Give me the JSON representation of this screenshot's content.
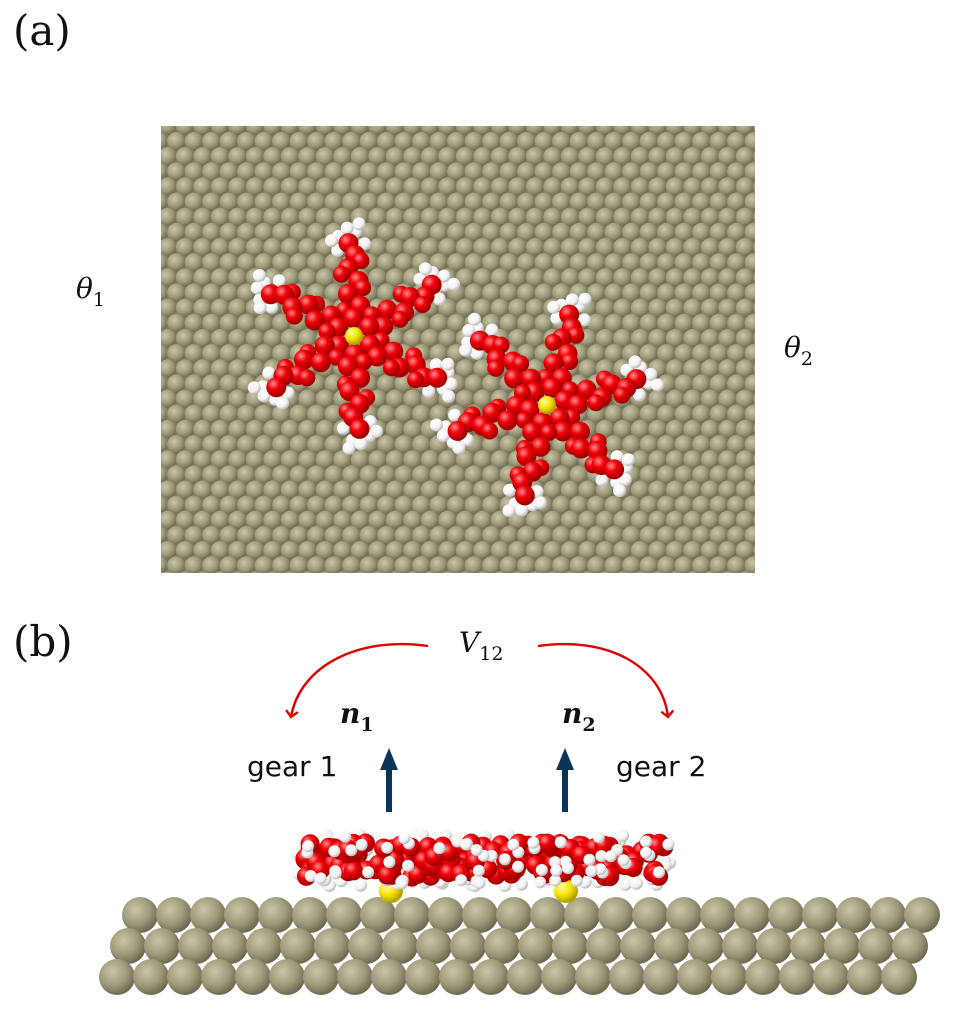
{
  "panels": {
    "a": {
      "label": "(a)",
      "theta1": {
        "sym": "θ",
        "sub": "1"
      },
      "theta2": {
        "sym": "θ",
        "sub": "2"
      }
    },
    "b": {
      "label": "(b)",
      "coupling": {
        "sym": "V",
        "sub": "12"
      },
      "normal1": {
        "sym": "n",
        "sub": "1"
      },
      "normal2": {
        "sym": "n",
        "sub": "2"
      },
      "gear1": "gear 1",
      "gear2": "gear 2"
    }
  },
  "colors": {
    "surface_atom": "#9e9b7c",
    "surface_bg": "#7d7a5e",
    "oxygen": "#e8000a",
    "hydrogen": "#ffffff",
    "core": "#f5e400",
    "arrow": "#0c3358",
    "coupling_arrow": "#e00000"
  }
}
